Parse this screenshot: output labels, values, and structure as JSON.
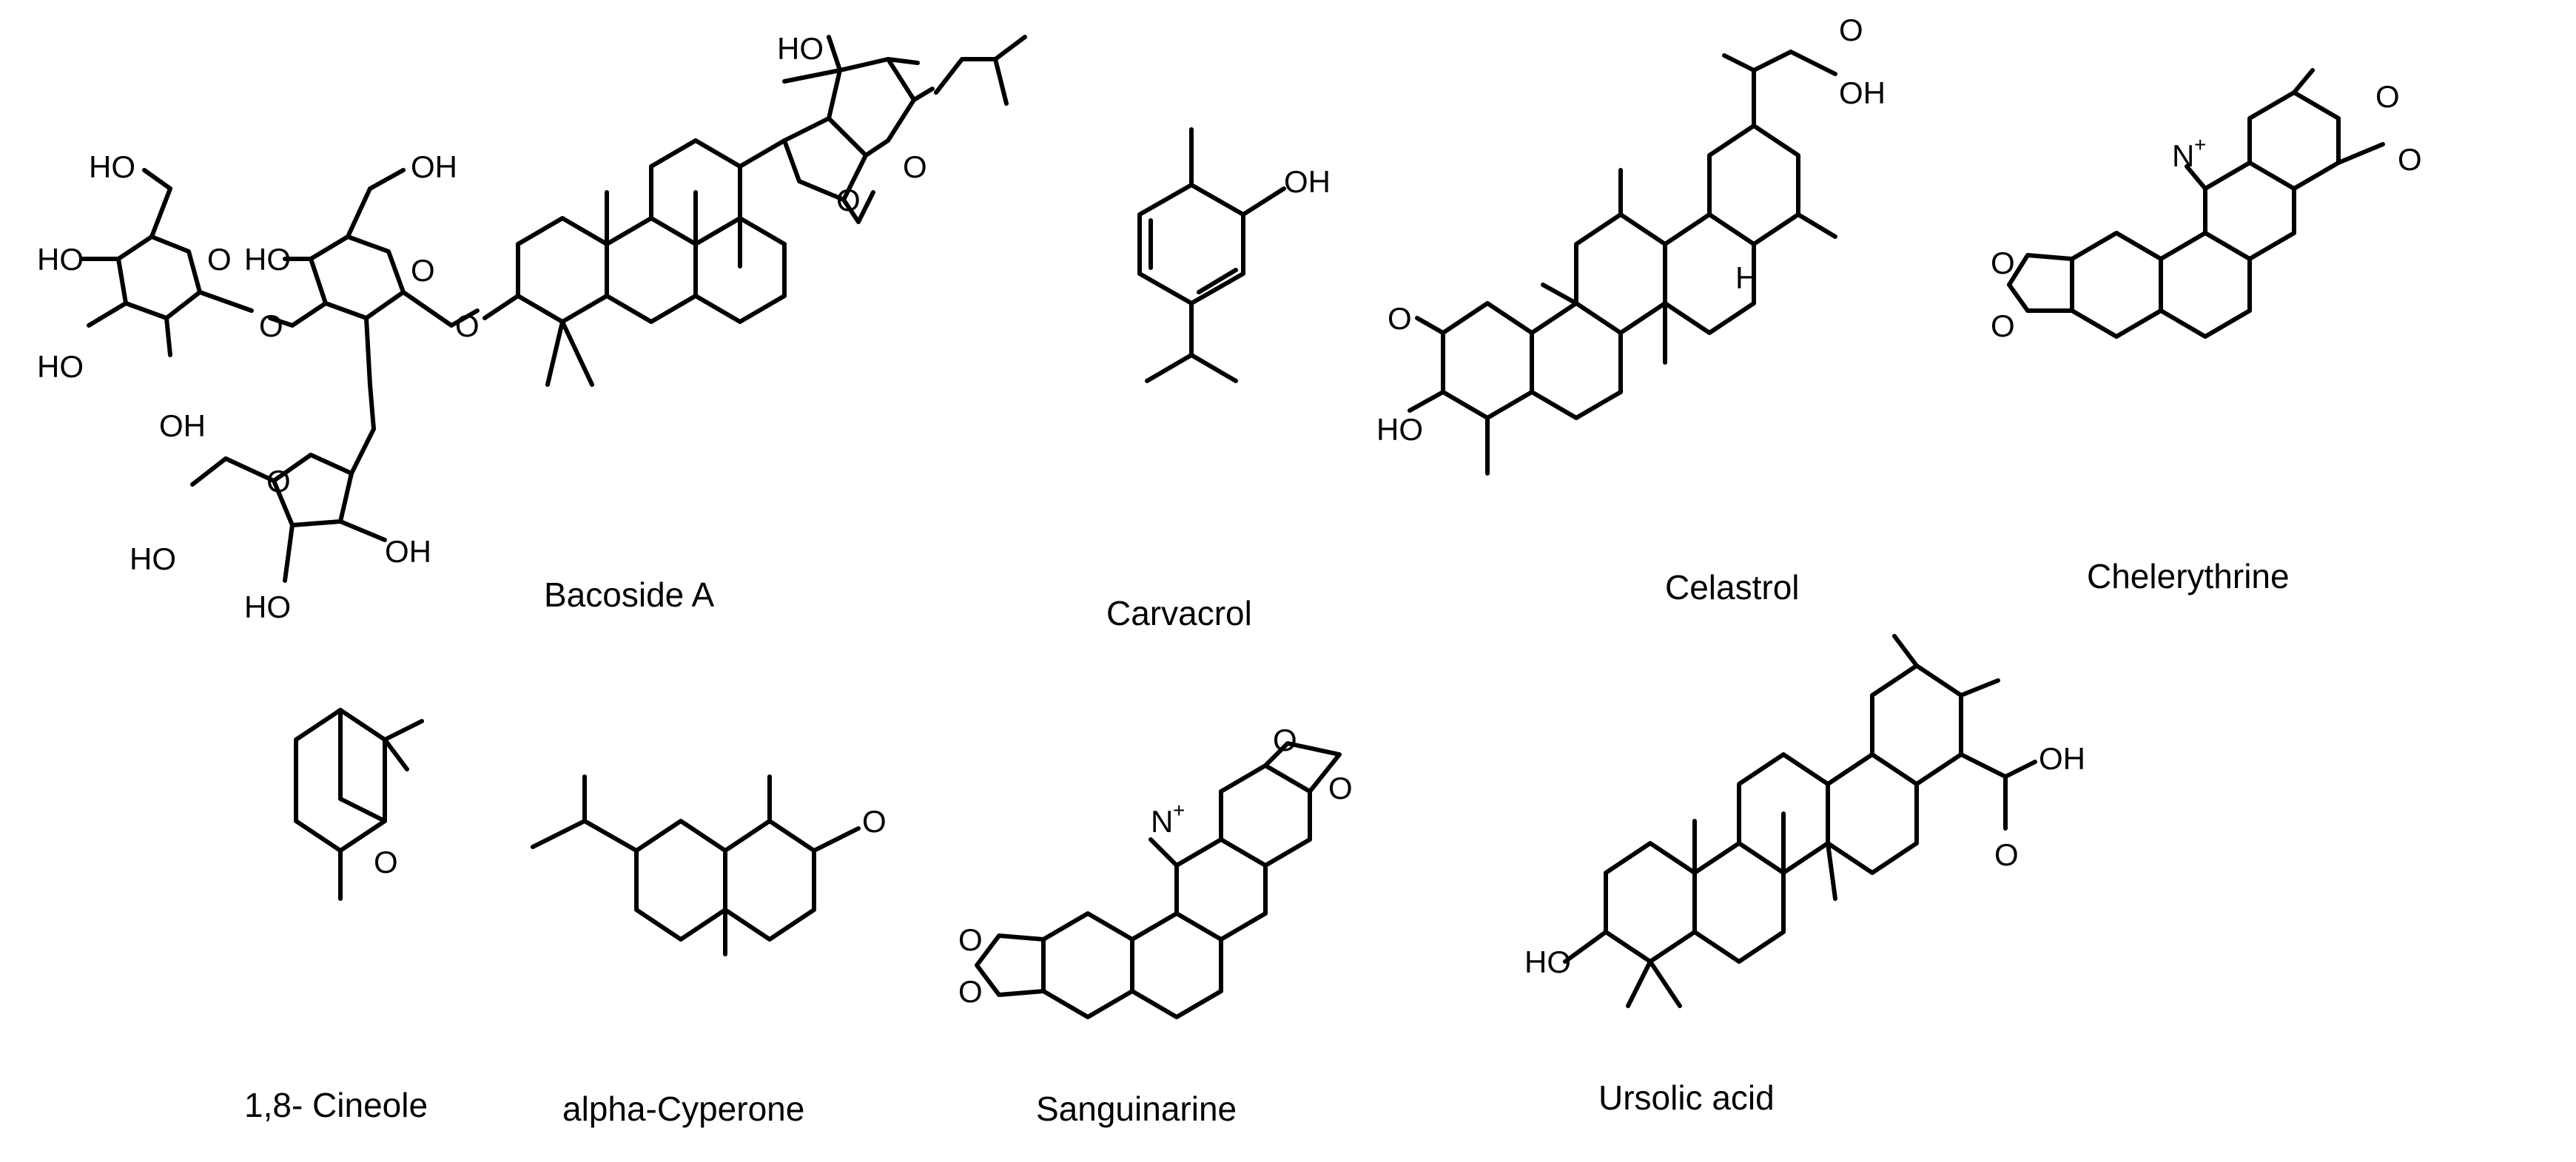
{
  "compounds": [
    {
      "name": "Bacoside A"
    },
    {
      "name": "Carvacrol"
    },
    {
      "name": "Celastrol"
    },
    {
      "name": "Chelerythrine"
    },
    {
      "name": "1,8- Cineole"
    },
    {
      "name": "alpha-Cyperone"
    },
    {
      "name": "Sanguinarine"
    },
    {
      "name": "Ursolic acid"
    }
  ],
  "atoms": {
    "ho": "HO",
    "oh": "OH",
    "o": "O",
    "n": "N",
    "plus": "+",
    "h": "H"
  }
}
